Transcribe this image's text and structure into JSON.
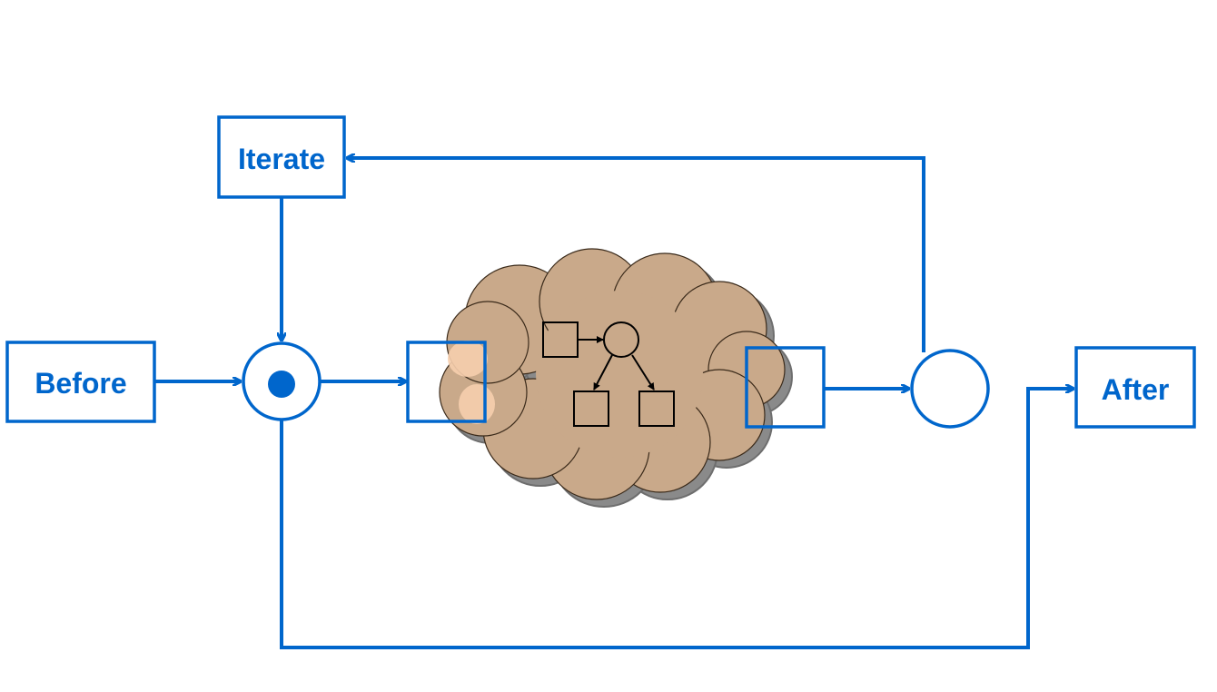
{
  "colors": {
    "flow": "#0066cc",
    "cloud_fill": "#c9a98a",
    "cloud_highlight": "#f7cfae",
    "cloud_shadow": "#8a8a8a",
    "inner_graph": "#000000",
    "background": "#ffffff"
  },
  "nodes": {
    "iterate": {
      "label": "Iterate"
    },
    "before": {
      "label": "Before"
    },
    "after": {
      "label": "After"
    }
  },
  "cloud": {
    "contents": "subgraph-icon"
  }
}
